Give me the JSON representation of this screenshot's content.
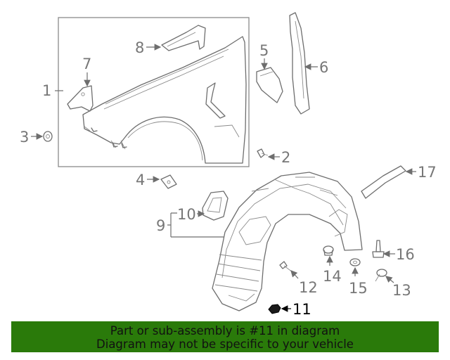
{
  "diagram": {
    "callouts": [
      "1",
      "2",
      "3",
      "4",
      "5",
      "6",
      "7",
      "8",
      "9",
      "10",
      "11",
      "12",
      "13",
      "14",
      "15",
      "16",
      "17"
    ],
    "highlighted_callout": "11"
  },
  "banner": {
    "line1": "Part or sub-assembly is #11 in diagram",
    "line2": "Diagram may not be specific to your vehicle",
    "background_color": "#2a7a0a"
  }
}
